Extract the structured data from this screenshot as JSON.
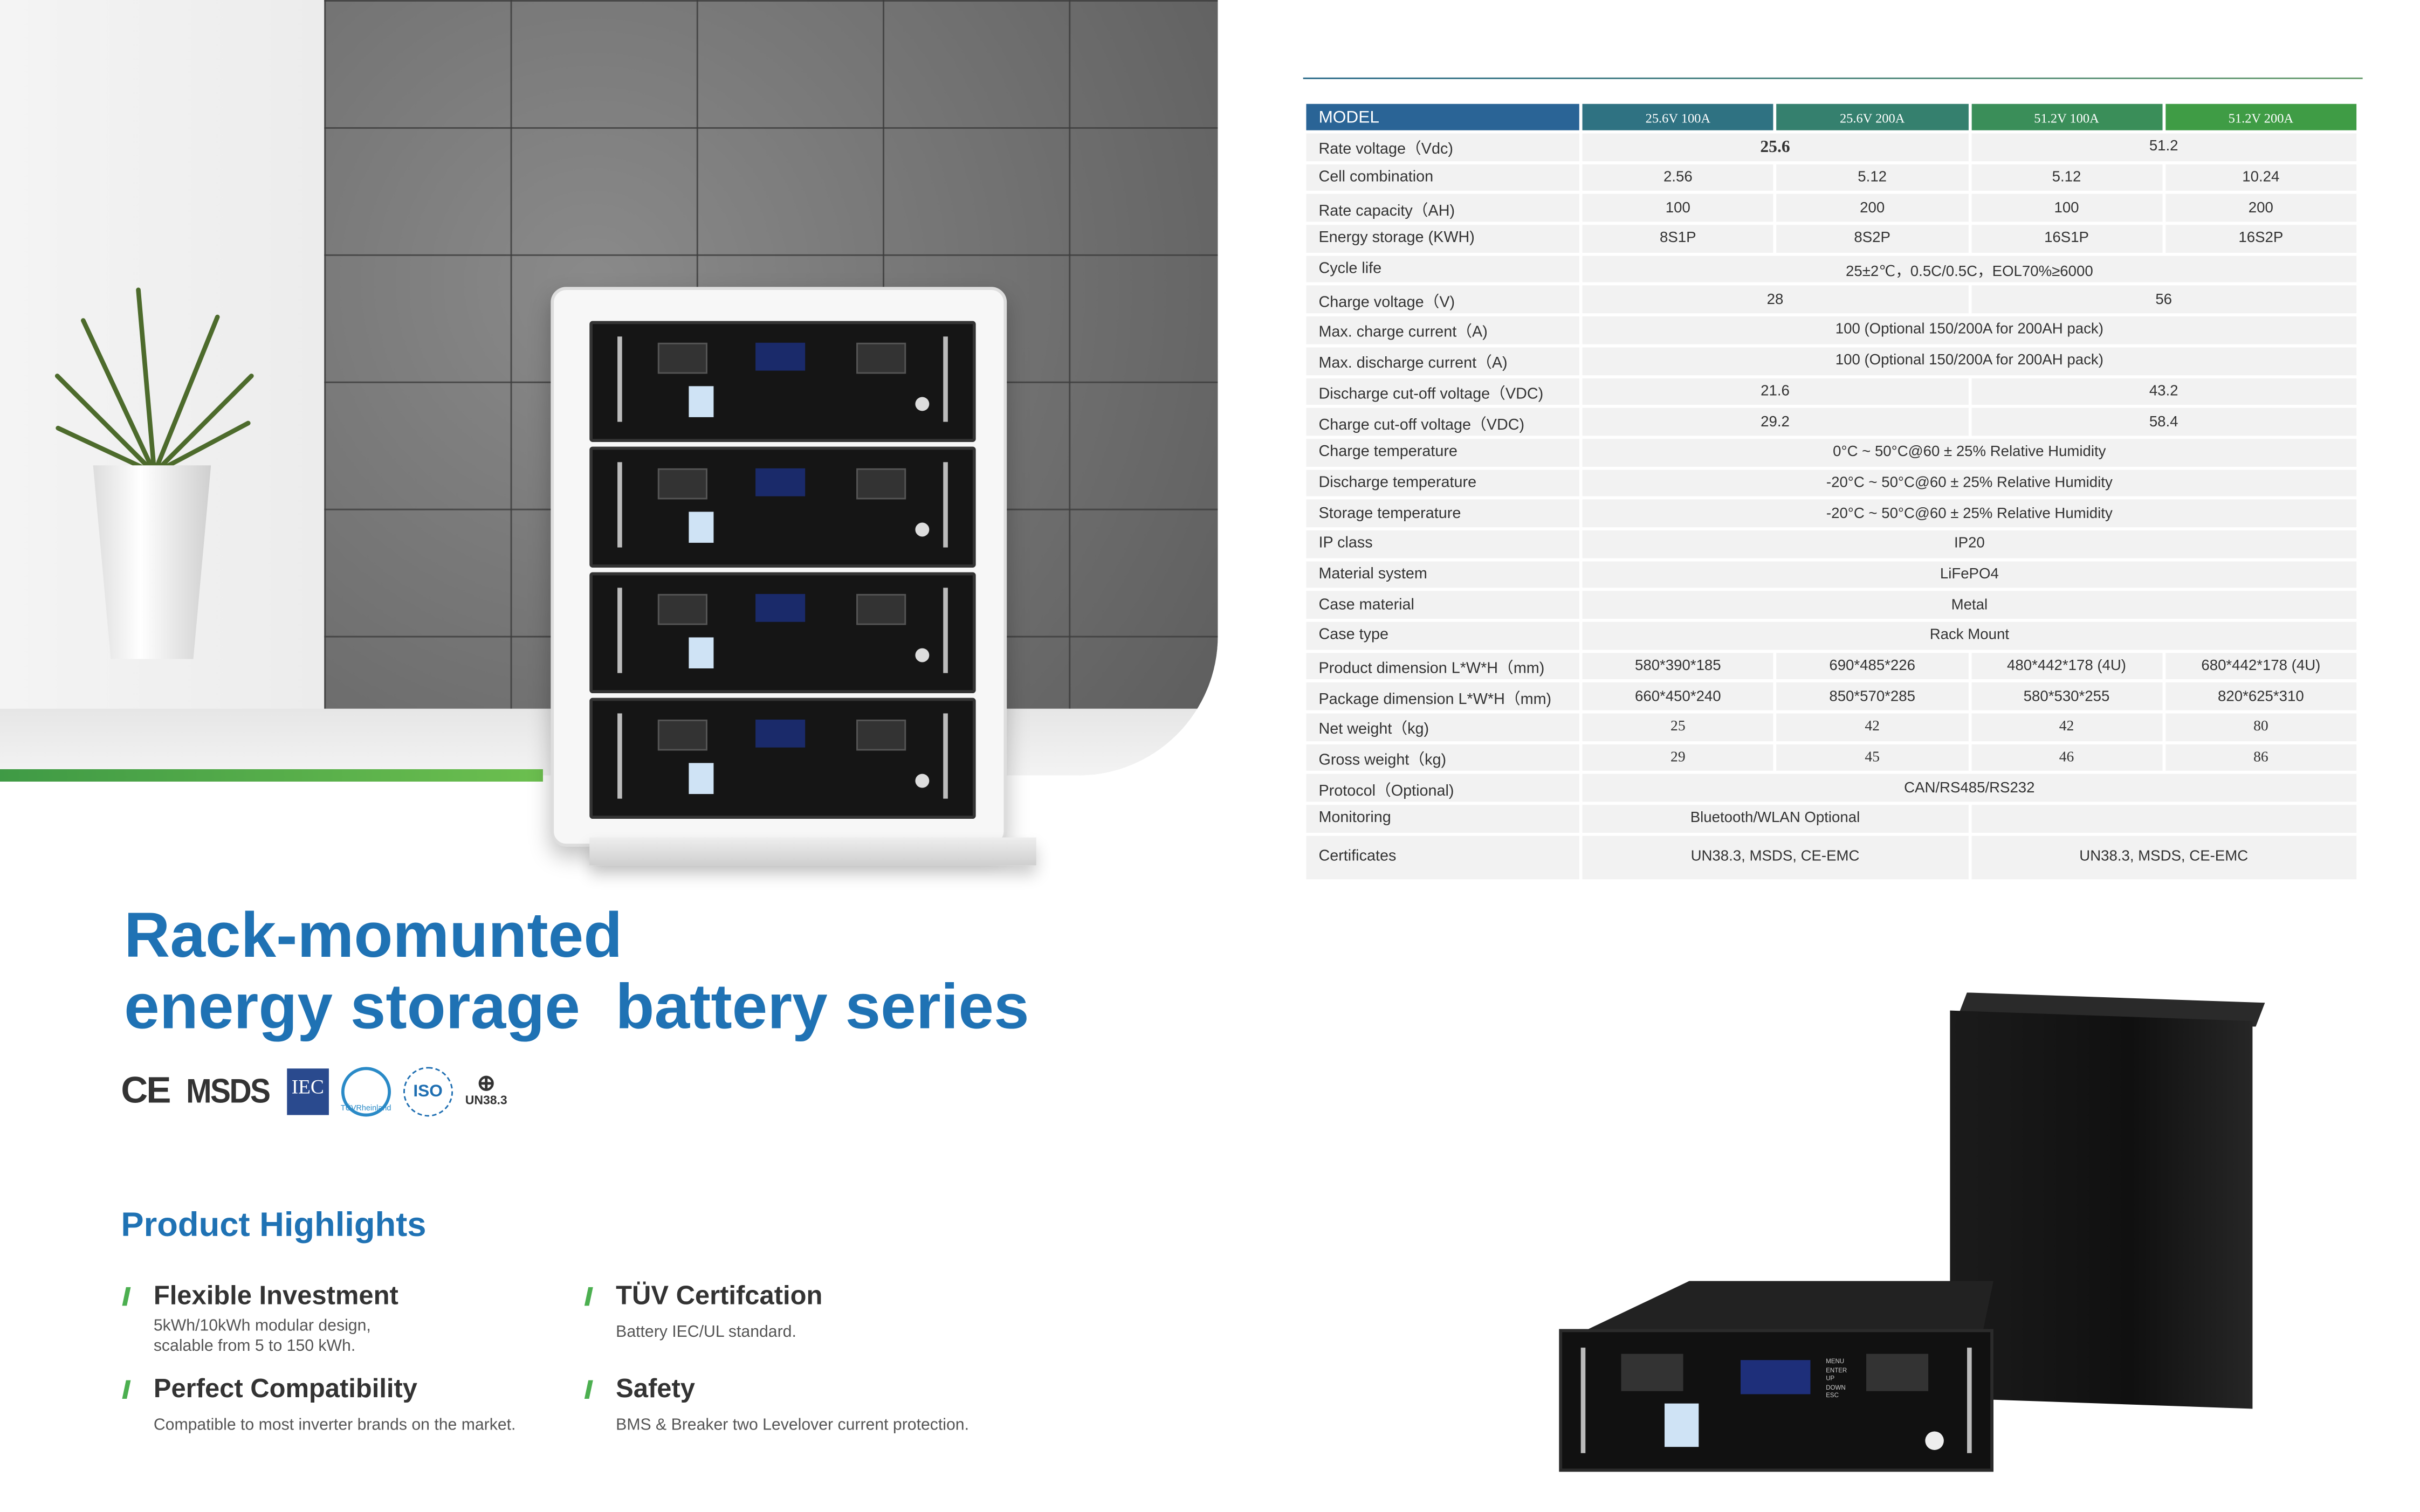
{
  "title": {
    "line1": "Rack-momunted",
    "line2": "energy storage  battery series"
  },
  "certifications": {
    "ce": "CE",
    "msds": "MSDS",
    "iec": "IEC",
    "tuv": "TÜVRheinland",
    "iso": "ISO",
    "un": "UN38.3"
  },
  "highlights": {
    "heading": "Product Highlights",
    "items": [
      {
        "title": "Flexible Investment",
        "desc": "5kWh/10kWh modular design,\nscalable from 5 to 150 kWh."
      },
      {
        "title": "TÜV Certifcation",
        "desc": "Battery IEC/UL standard."
      },
      {
        "title": "Perfect Compatibility",
        "desc": "Compatible to most inverter brands on the market."
      },
      {
        "title": "Safety",
        "desc": "BMS & Breaker two Levelover current protection."
      }
    ]
  },
  "product_panel": {
    "menu_labels": [
      "MENU",
      "ENTER",
      "UP",
      "DOWN",
      "ESC"
    ]
  },
  "colors": {
    "title_blue": "#1f72b4",
    "header_start": "#2a6496",
    "header_end": "#3f9c45",
    "accent_green": "#4caf50",
    "cell_bg": "#f2f2f2"
  },
  "spec_table": {
    "header": [
      "MODEL",
      "25.6V 100A",
      "25.6V 200A",
      "51.2V 100A",
      "51.2V 200A"
    ],
    "rows": [
      {
        "label": "Rate voltage（Vdc)",
        "cells": [
          {
            "v": "25.6",
            "span": 2,
            "style": "bold"
          },
          {
            "v": "51.2",
            "span": 2
          }
        ]
      },
      {
        "label": "Cell combination",
        "cells": [
          {
            "v": "2.56"
          },
          {
            "v": "5.12"
          },
          {
            "v": "5.12"
          },
          {
            "v": "10.24"
          }
        ]
      },
      {
        "label": "Rate capacity（AH)",
        "cells": [
          {
            "v": "100"
          },
          {
            "v": "200"
          },
          {
            "v": "100"
          },
          {
            "v": "200"
          }
        ]
      },
      {
        "label": "Energy storage (KWH)",
        "cells": [
          {
            "v": "8S1P"
          },
          {
            "v": "8S2P"
          },
          {
            "v": "16S1P"
          },
          {
            "v": "16S2P"
          }
        ]
      },
      {
        "label": "Cycle life",
        "cells": [
          {
            "v": "25±2℃，0.5C/0.5C，EOL70%≥6000",
            "span": 4
          }
        ]
      },
      {
        "label": "Charge voltage（V)",
        "cells": [
          {
            "v": "28",
            "span": 2
          },
          {
            "v": "56",
            "span": 2
          }
        ]
      },
      {
        "label": "Max. charge current（A)",
        "cells": [
          {
            "v": "100 (Optional 150/200A for 200AH pack)",
            "span": 4
          }
        ]
      },
      {
        "label": "Max. discharge current（A)",
        "cells": [
          {
            "v": "100 (Optional 150/200A for 200AH pack)",
            "span": 4
          }
        ]
      },
      {
        "label": "Discharge cut-off voltage（VDC)",
        "cells": [
          {
            "v": "21.6",
            "span": 2
          },
          {
            "v": "43.2",
            "span": 2
          }
        ]
      },
      {
        "label": "Charge cut-off voltage（VDC)",
        "cells": [
          {
            "v": "29.2",
            "span": 2
          },
          {
            "v": "58.4",
            "span": 2
          }
        ]
      },
      {
        "label": "Charge temperature",
        "cells": [
          {
            "v": "0°C ~ 50°C@60 ± 25% Relative Humidity",
            "span": 4
          }
        ]
      },
      {
        "label": "Discharge temperature",
        "cells": [
          {
            "v": "-20°C ~ 50°C@60 ± 25% Relative Humidity",
            "span": 4
          }
        ]
      },
      {
        "label": "Storage temperature",
        "cells": [
          {
            "v": "-20°C ~ 50°C@60 ± 25% Relative Humidity",
            "span": 4
          }
        ]
      },
      {
        "label": "IP class",
        "cells": [
          {
            "v": "IP20",
            "span": 4
          }
        ]
      },
      {
        "label": "Material system",
        "cells": [
          {
            "v": "LiFePO4",
            "span": 4
          }
        ]
      },
      {
        "label": "Case material",
        "cells": [
          {
            "v": "Metal",
            "span": 4
          }
        ]
      },
      {
        "label": "Case type",
        "cells": [
          {
            "v": "Rack Mount",
            "span": 4
          }
        ]
      },
      {
        "label": "Product dimension L*W*H（mm)",
        "cells": [
          {
            "v": "580*390*185"
          },
          {
            "v": "690*485*226"
          },
          {
            "v": "480*442*178 (4U)"
          },
          {
            "v": "680*442*178 (4U)"
          }
        ]
      },
      {
        "label": "Package dimension L*W*H（mm)",
        "cells": [
          {
            "v": "660*450*240"
          },
          {
            "v": "850*570*285"
          },
          {
            "v": "580*530*255"
          },
          {
            "v": "820*625*310"
          }
        ]
      },
      {
        "label": "Net weight（kg)",
        "cells": [
          {
            "v": "25",
            "style": "serif"
          },
          {
            "v": "42",
            "style": "serif"
          },
          {
            "v": "42",
            "style": "serif"
          },
          {
            "v": "80",
            "style": "serif"
          }
        ]
      },
      {
        "label": "Gross weight（kg)",
        "cells": [
          {
            "v": "29",
            "style": "serif"
          },
          {
            "v": "45",
            "style": "serif"
          },
          {
            "v": "46",
            "style": "serif"
          },
          {
            "v": "86",
            "style": "serif"
          }
        ]
      },
      {
        "label": "Protocol（Optional)",
        "cells": [
          {
            "v": "CAN/RS485/RS232",
            "span": 4
          }
        ]
      },
      {
        "label": "Monitoring",
        "cells": [
          {
            "v": "Bluetooth/WLAN Optional",
            "span": 2
          },
          {
            "v": "",
            "span": 2
          }
        ]
      },
      {
        "label": "Certificates",
        "tall": true,
        "cells": [
          {
            "v": "UN38.3, MSDS, CE-EMC",
            "span": 2
          },
          {
            "v": "UN38.3, MSDS, CE-EMC",
            "span": 2
          }
        ]
      }
    ]
  }
}
